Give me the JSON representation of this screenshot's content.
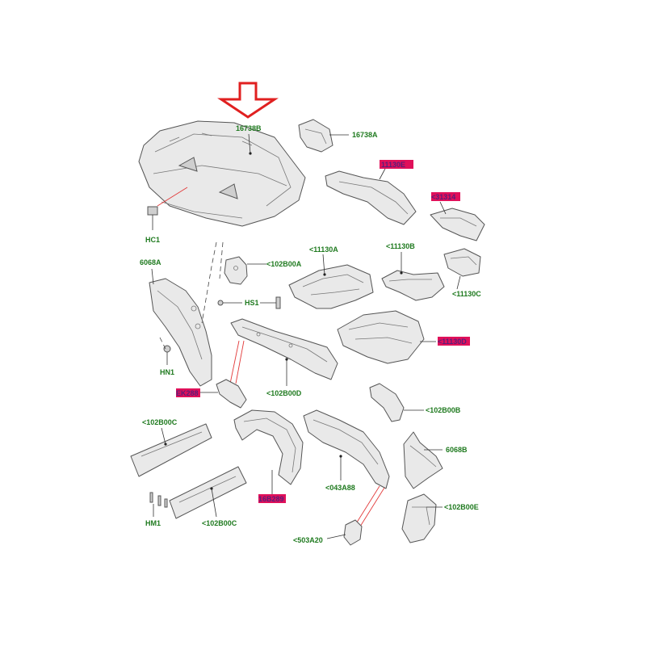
{
  "diagram": {
    "labels": {
      "l16738B": "16738B",
      "l16738A": "16738A",
      "lHC1": "HC1",
      "l6068A": "6068A",
      "l102B00A": "<102B00A",
      "lHS1": "HS1",
      "l11130A": "<11130A",
      "l11130B": "<11130B",
      "l11130C": "<11130C",
      "lHN1": "HN1",
      "l102B00D": "<102B00D",
      "l102B00B": "<102B00B",
      "l102B00C_top": "<102B00C",
      "l6068B": "6068B",
      "l043A88": "<043A88",
      "l102B00E": "<102B00E",
      "lHM1": "HM1",
      "l102B00C_bottom": "<102B00C",
      "l503A20": "<503A20"
    },
    "highlighted_labels": {
      "h11130E": "11130E",
      "h31314": "<31314",
      "h11130D": "<11130D",
      "hEK288": "EK288",
      "h16B289": "16B289"
    },
    "colors": {
      "label_green": "#1f7a1f",
      "highlight_magenta": "#e0105a",
      "arrow_red": "#e02020"
    }
  }
}
